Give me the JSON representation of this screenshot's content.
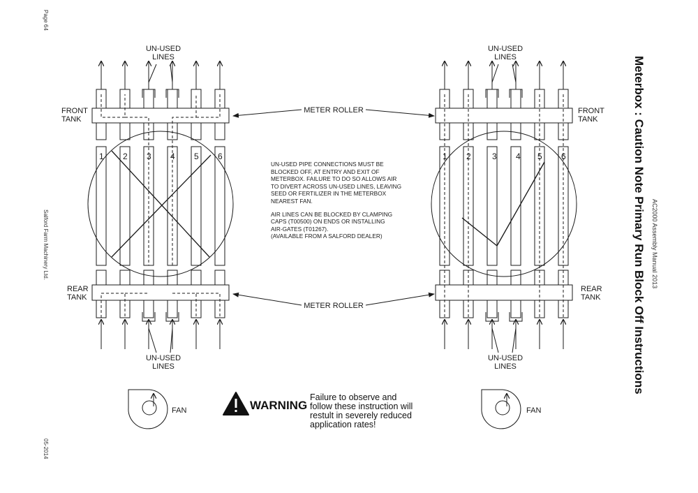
{
  "margin": {
    "page_number": "Page 64",
    "company": "Salford Farm Machinery Ltd.",
    "date": "05-2014",
    "manual": "AC2000 Assembly Manual 2013"
  },
  "title": "Meterbox : Caution Note Primary Run Block Off Instructions",
  "labels": {
    "unused_lines_top": [
      "UN-USED",
      "LINES"
    ],
    "unused_lines_bottom": [
      "UN-USED",
      "LINES"
    ],
    "front_tank": [
      "FRONT",
      "TANK"
    ],
    "rear_tank": [
      "REAR",
      "TANK"
    ],
    "meter_roller": "METER ROLLER",
    "fan": "FAN"
  },
  "line_numbers": [
    "1",
    "2",
    "3",
    "4",
    "5",
    "6"
  ],
  "note": {
    "paragraph1": "UN-USED PIPE CONNECTIONS MUST BE\nBLOCKED OFF, AT ENTRY AND EXIT OF\nMETERBOX. FAILURE TO DO SO ALLOWS AIR\nTO DIVERT ACROSS UN-USED LINES, LEAVING\nSEED OR FERTILIZER IN THE METERBOX\nNEAREST FAN.",
    "paragraph2": "AIR LINES CAN BE BLOCKED BY CLAMPING\nCAPS (T00500) ON ENDS OR INSTALLING\nAIR-GATES (T01267).\n(AVAILABLE FROM A SALFORD DEALER)"
  },
  "warning": {
    "word": "WARNING",
    "text": "Failure to observe and\nfollow these instruction will\nrestult in severely reduced\napplication rates!"
  }
}
